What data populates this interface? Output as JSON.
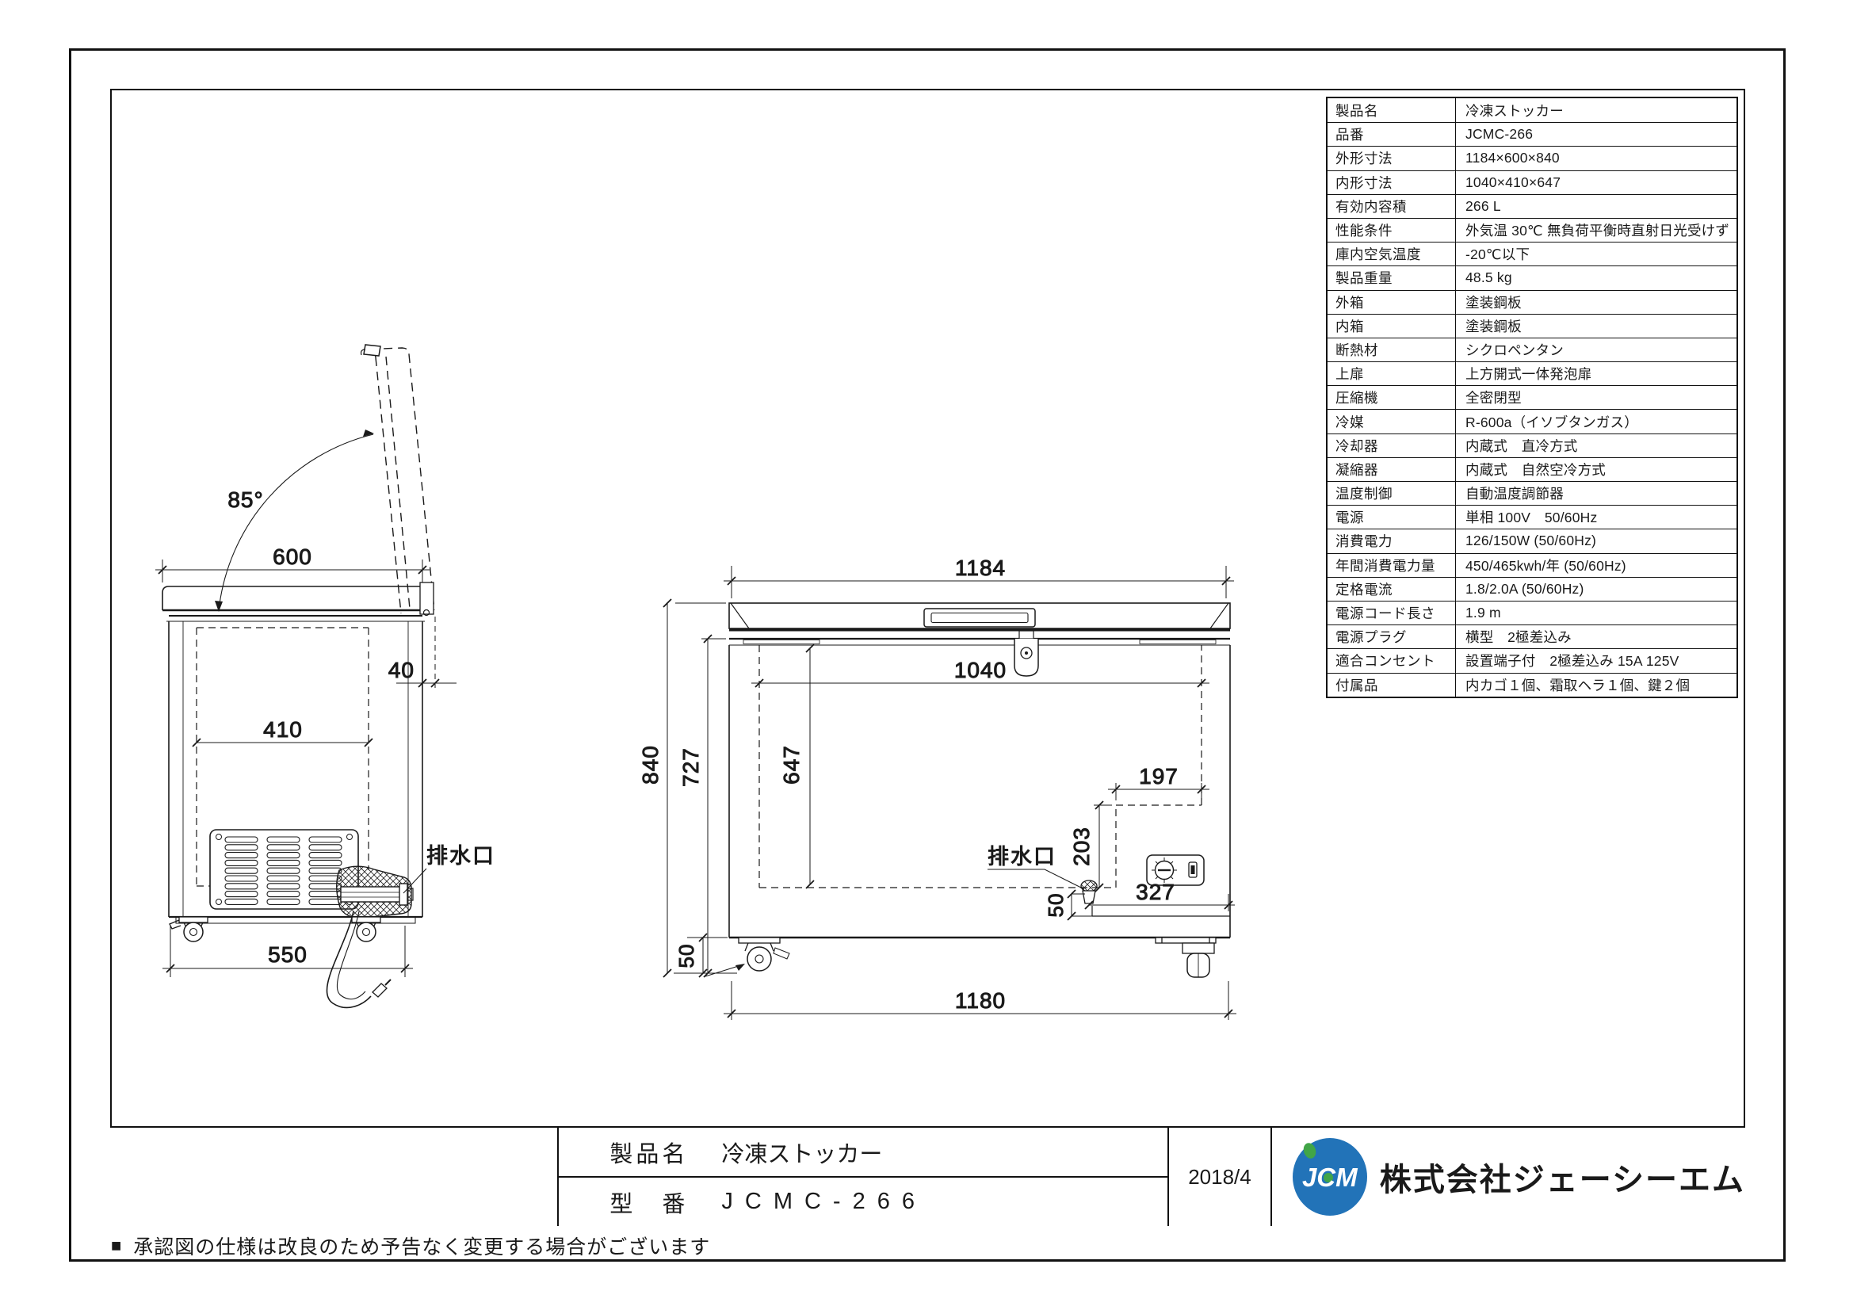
{
  "spec_table": {
    "rows": [
      {
        "label": "製品名",
        "value": "冷凍ストッカー"
      },
      {
        "label": "品番",
        "value": "JCMC-266"
      },
      {
        "label": "外形寸法",
        "value": "1184×600×840"
      },
      {
        "label": "内形寸法",
        "value": "1040×410×647"
      },
      {
        "label": "有効内容積",
        "value": "266 L"
      },
      {
        "label": "性能条件",
        "value": "外気温 30℃ 無負荷平衡時直射日光受けず"
      },
      {
        "label": "庫内空気温度",
        "value": "-20℃以下"
      },
      {
        "label": "製品重量",
        "value": "48.5 kg"
      },
      {
        "label": "外箱",
        "value": "塗装鋼板"
      },
      {
        "label": "内箱",
        "value": "塗装鋼板"
      },
      {
        "label": "断熱材",
        "value": "シクロペンタン"
      },
      {
        "label": "上扉",
        "value": "上方開式一体発泡扉"
      },
      {
        "label": "圧縮機",
        "value": "全密閉型"
      },
      {
        "label": "冷媒",
        "value": "R-600a（イソブタンガス）"
      },
      {
        "label": "冷却器",
        "value": "内蔵式　直冷方式"
      },
      {
        "label": "凝縮器",
        "value": "内蔵式　自然空冷方式"
      },
      {
        "label": "温度制御",
        "value": "自動温度調節器"
      },
      {
        "label": "電源",
        "value": "単相 100V　50/60Hz"
      },
      {
        "label": "消費電力",
        "value": "126/150W (50/60Hz)"
      },
      {
        "label": "年間消費電力量",
        "value": "450/465kwh/年 (50/60Hz)"
      },
      {
        "label": "定格電流",
        "value": "1.8/2.0A (50/60Hz)"
      },
      {
        "label": "電源コード長さ",
        "value": "1.9 m"
      },
      {
        "label": "電源プラグ",
        "value": "横型　2極差込み"
      },
      {
        "label": "適合コンセント",
        "value": "設置端子付　2極差込み 15A 125V"
      },
      {
        "label": "付属品",
        "value": "内カゴ１個、霜取ヘラ１個、鍵２個"
      }
    ]
  },
  "side_view": {
    "dims": {
      "depth": "600",
      "lid_angle": "85°",
      "rear_offset": "40",
      "inner_depth": "410",
      "base_depth": "550"
    },
    "drain_label": "排水口"
  },
  "front_view": {
    "dims": {
      "outer_width": "1184",
      "inner_width": "1040",
      "inner_depth": "647",
      "height_total": "840",
      "height_body": "727",
      "step_width": "197",
      "step_height": "203",
      "drain_offset": "50",
      "step_span": "327",
      "caster_height": "50",
      "base_width": "1180"
    },
    "drain_label": "排水口"
  },
  "title_block": {
    "product_label": "製品名",
    "product_value": "冷凍ストッカー",
    "model_label": "型　番",
    "model_value": "JCMC-266",
    "date": "2018/4",
    "logo_text": "JCM",
    "company": "株式会社ジェーシーエム"
  },
  "footer": {
    "bullet": "■",
    "note": "承認図の仕様は改良のため予告なく変更する場合がございます"
  },
  "colors": {
    "line": "#1a1a1a",
    "logo_blue": "#2273b8",
    "logo_green": "#41a547"
  }
}
